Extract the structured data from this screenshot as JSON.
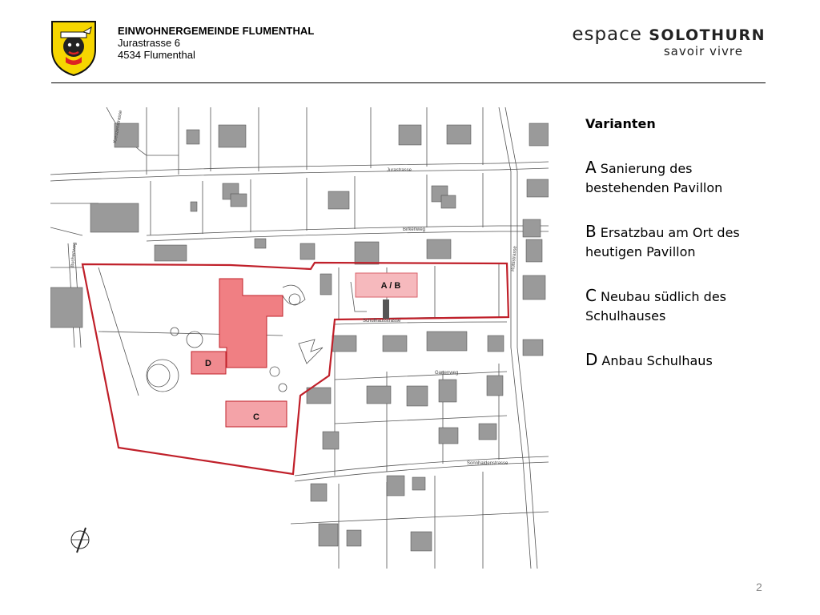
{
  "header": {
    "org_name": "EINWOHNERGEMEINDE FLUMENTHAL",
    "street": "Jurastrasse 6",
    "city": "4534 Flumenthal",
    "brand_prefix": "espace",
    "brand_name": "SOLOTHURN",
    "brand_tagline": "savoir vivre"
  },
  "map": {
    "street_labels": [
      "Jurastrasse",
      "Birkenweg",
      "Schulhausstrasse",
      "Gartenweg",
      "Sonnhaldenstrasse",
      "Rüttistrasse",
      "Buchenweg",
      "Kreuzenstrasse"
    ],
    "zones": [
      "A / B",
      "C",
      "D"
    ],
    "colors": {
      "site_boundary": "#c0202a",
      "zone_a_b": "#f6b9bd",
      "zone_c": "#f4a3a8",
      "zone_d": "#f08a8f",
      "school_building": "#f07f83",
      "building": "#9a9a9a"
    }
  },
  "legend": {
    "title": "Varianten",
    "items": [
      {
        "letter": "A",
        "text": "Sanierung des bestehenden Pavillon"
      },
      {
        "letter": "B",
        "text": "Ersatzbau am Ort des heutigen Pavillon"
      },
      {
        "letter": "C",
        "text": "Neubau südlich des Schulhauses"
      },
      {
        "letter": "D",
        "text": "Anbau Schulhaus"
      }
    ]
  },
  "page_number": "2"
}
